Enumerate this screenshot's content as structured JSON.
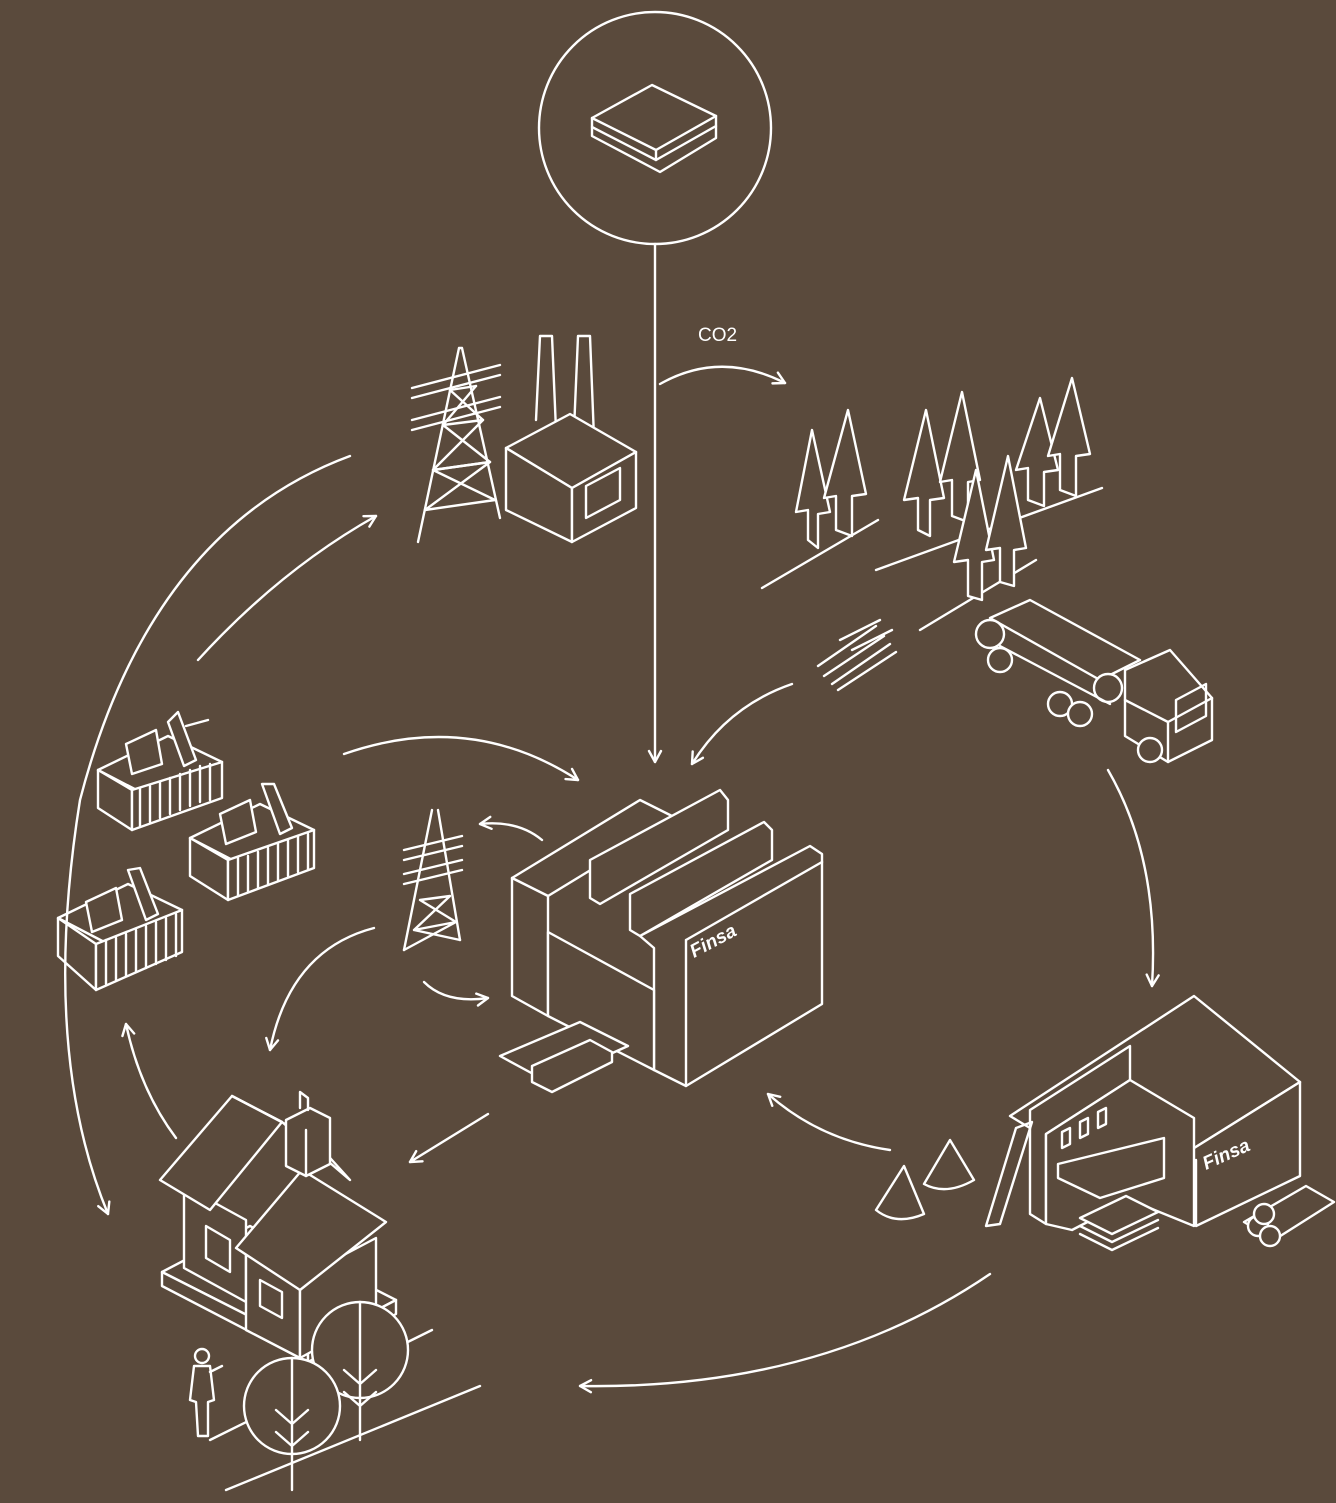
{
  "labels": {
    "co2": "CO2",
    "factory_brand": "Finsa",
    "sawmill_brand": "Finsa"
  },
  "colors": {
    "background": "#5a4a3c",
    "line": "#ffffff"
  }
}
